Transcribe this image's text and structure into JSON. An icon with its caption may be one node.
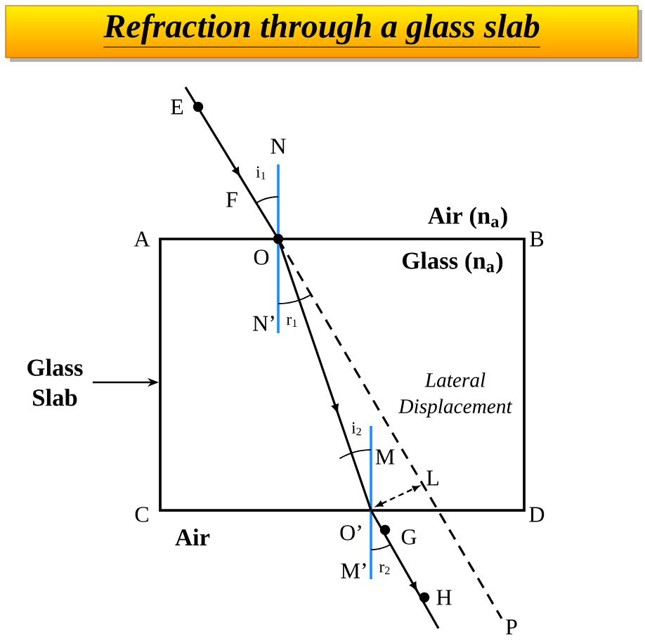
{
  "diagram": {
    "title": "Refraction through a glass slab",
    "nodes": [
      {
        "text": [],
        "shape": "box"
      },
      {
        "text": [
          "Glass Slab"
        ]
      }
    ],
    "edges": [
      {
        "from": 1,
        "to": 0,
        "arrow": "to"
      }
    ],
    "labels": [
      "E",
      "N",
      "i$_{1}$",
      "F",
      "Air (n$_{a}$)",
      "A",
      "B",
      "O",
      "Glass (n$_{a}$)",
      "N’",
      "r$_{1}$",
      "Lateral Displacement",
      "i$_{2}$",
      "M",
      "L",
      "C",
      "D",
      "Air",
      "O’",
      "G",
      "M’",
      "r$_{2}$",
      "H",
      "P"
    ]
  }
}
